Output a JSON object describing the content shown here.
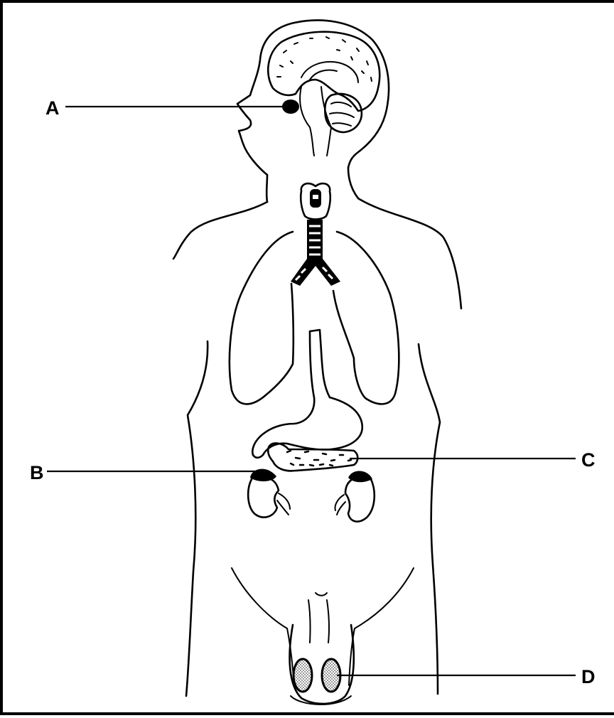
{
  "labels": {
    "a": "A",
    "b": "B",
    "c": "C",
    "d": "D"
  },
  "colors": {
    "ink": "#000000",
    "background": "#ffffff",
    "stipple": "#c8c8c8"
  }
}
